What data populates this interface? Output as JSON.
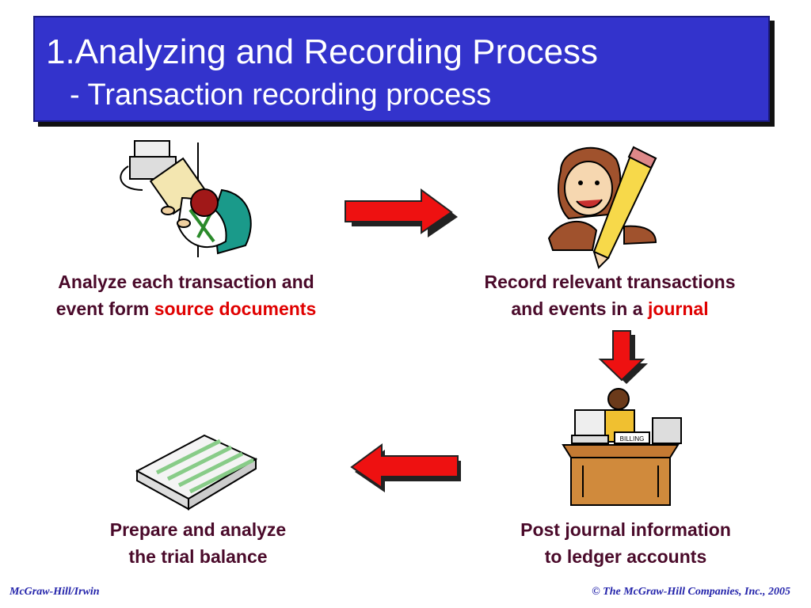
{
  "slide": {
    "title": "1.Analyzing and Recording Process",
    "subtitle": "- Transaction recording process"
  },
  "steps": [
    {
      "line1": "Analyze each transaction and",
      "line2_prefix": "event form ",
      "highlight": "source documents",
      "icon": "computer-user-illustration"
    },
    {
      "line1": "Record relevant transactions",
      "line2_prefix": "and events in a ",
      "highlight": "journal",
      "icon": "writer-with-pencil-illustration"
    },
    {
      "line1": "Post journal information",
      "line2": "to ledger accounts",
      "icon": "desk-billing-illustration"
    },
    {
      "line1": "Prepare and analyze",
      "line2": "the trial balance",
      "icon": "ledger-sheets-illustration"
    }
  ],
  "colors": {
    "title_bg": "#3333cc",
    "caption": "#4a0a2a",
    "highlight": "#e00000",
    "arrow": "#ee1111"
  },
  "footer": {
    "left": "McGraw-Hill/Irwin",
    "right": "© The McGraw-Hill Companies, Inc., 2005"
  }
}
